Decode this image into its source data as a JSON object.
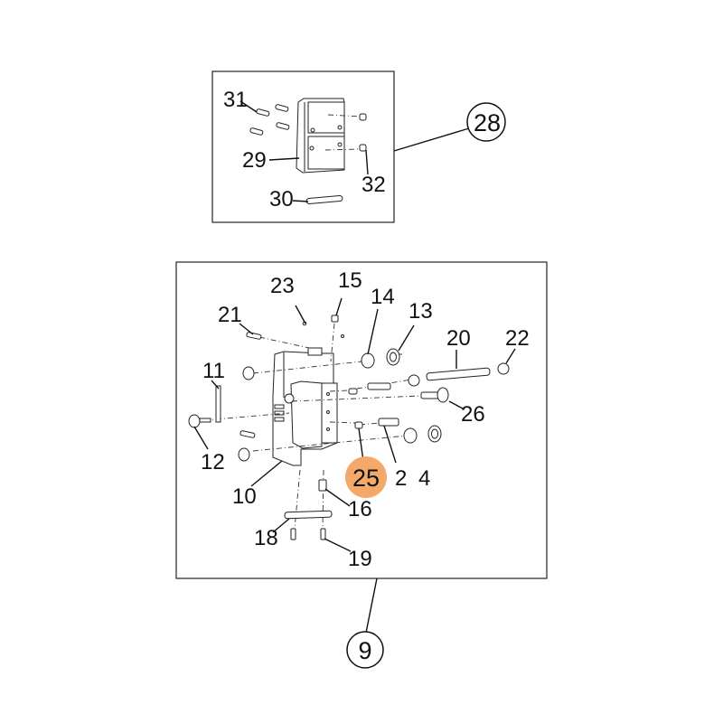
{
  "diagram": {
    "type": "exploded-parts-diagram",
    "highlight_color": "#F4A96A",
    "assemblies": [
      {
        "id": "28",
        "label": "28",
        "parts": [
          "29",
          "30",
          "31",
          "32"
        ]
      },
      {
        "id": "9",
        "label": "9",
        "parts": [
          "10",
          "11",
          "12",
          "13",
          "14",
          "15",
          "16",
          "18",
          "19",
          "20",
          "21",
          "22",
          "23",
          "24",
          "25",
          "26"
        ]
      }
    ],
    "labels": {
      "p28": "28",
      "p29": "29",
      "p30": "30",
      "p31": "31",
      "p32": "32",
      "p9": "9",
      "p10": "10",
      "p11": "11",
      "p12": "12",
      "p13": "13",
      "p14": "14",
      "p15": "15",
      "p16": "16",
      "p18": "18",
      "p19": "19",
      "p20": "20",
      "p21": "21",
      "p22": "22",
      "p23": "23",
      "p24": "2 4",
      "p25": "25",
      "p26": "26"
    },
    "highlighted_part": "25"
  }
}
